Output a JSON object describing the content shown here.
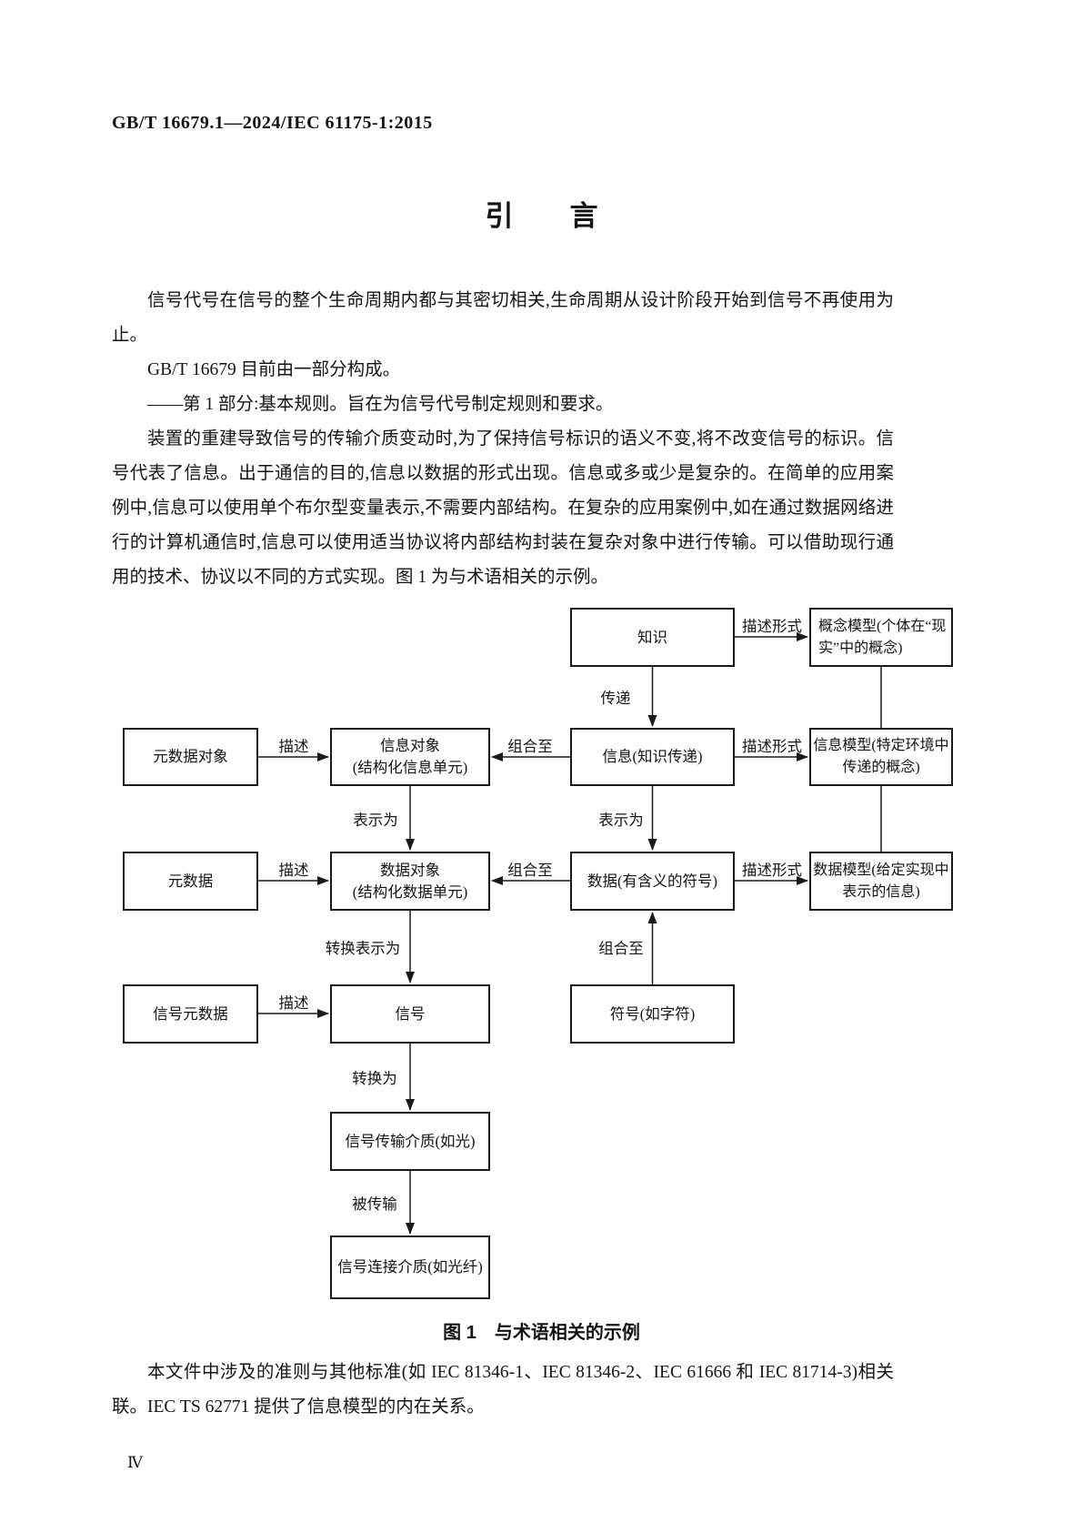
{
  "page": {
    "header": "GB/T 16679.1—2024/IEC 61175-1:2015",
    "title": "引　　言",
    "page_number": "Ⅳ"
  },
  "colors": {
    "ink": "#1a1a1a",
    "paper": "#ffffff"
  },
  "paragraphs": [
    "信号代号在信号的整个生命周期内都与其密切相关,生命周期从设计阶段开始到信号不再使用为止。",
    "GB/T 16679 目前由一部分构成。",
    "——第 1 部分:基本规则。旨在为信号代号制定规则和要求。",
    "装置的重建导致信号的传输介质变动时,为了保持信号标识的语义不变,将不改变信号的标识。信号代表了信息。出于通信的目的,信息以数据的形式出现。信息或多或少是复杂的。在简单的应用案例中,信息可以使用单个布尔型变量表示,不需要内部结构。在复杂的应用案例中,如在通过数据网络进行的计算机通信时,信息可以使用适当协议将内部结构封装在复杂对象中进行传输。可以借助现行通用的技术、协议以不同的方式实现。图 1 为与术语相关的示例。",
    "本文件中涉及的准则与其他标准(如 IEC 81346-1、IEC 81346-2、IEC 61666 和 IEC 81714-3)相关联。IEC TS 62771 提供了信息模型的内在关系。"
  ],
  "figure": {
    "caption": "图 1　与术语相关的示例",
    "boxes": [
      {
        "id": "knowledge",
        "lines": [
          "知识"
        ]
      },
      {
        "id": "concept-model",
        "lines": [
          "概念模型(个体在“现",
          "实”中的概念)"
        ]
      },
      {
        "id": "metadata-object",
        "lines": [
          "元数据对象"
        ]
      },
      {
        "id": "information-object",
        "lines": [
          "信息对象",
          "(结构化信息单元)"
        ]
      },
      {
        "id": "information",
        "lines": [
          "信息(知识传递)"
        ]
      },
      {
        "id": "information-model",
        "lines": [
          "信息模型(特定环境中",
          "传递的概念)"
        ]
      },
      {
        "id": "metadata",
        "lines": [
          "元数据"
        ]
      },
      {
        "id": "data-object",
        "lines": [
          "数据对象",
          "(结构化数据单元)"
        ]
      },
      {
        "id": "data",
        "lines": [
          "数据(有含义的符号)"
        ]
      },
      {
        "id": "data-model",
        "lines": [
          "数据模型(给定实现中",
          "表示的信息)"
        ]
      },
      {
        "id": "signal-metadata",
        "lines": [
          "信号元数据"
        ]
      },
      {
        "id": "signal",
        "lines": [
          "信号"
        ]
      },
      {
        "id": "symbol",
        "lines": [
          "符号(如字符)"
        ]
      },
      {
        "id": "signal-transmission-medium",
        "lines": [
          "信号传输介质(如光)"
        ]
      },
      {
        "id": "signal-connection-medium",
        "lines": [
          "信号连接介质(如光纤)"
        ]
      }
    ],
    "labels": {
      "describe": "描述",
      "describe_form": "描述形式",
      "transfer": "传递",
      "combine_to": "组合至",
      "represent_as": "表示为",
      "convert_represent_as": "转换表示为",
      "convert_to": "转换为",
      "be_transmitted": "被传输"
    }
  }
}
